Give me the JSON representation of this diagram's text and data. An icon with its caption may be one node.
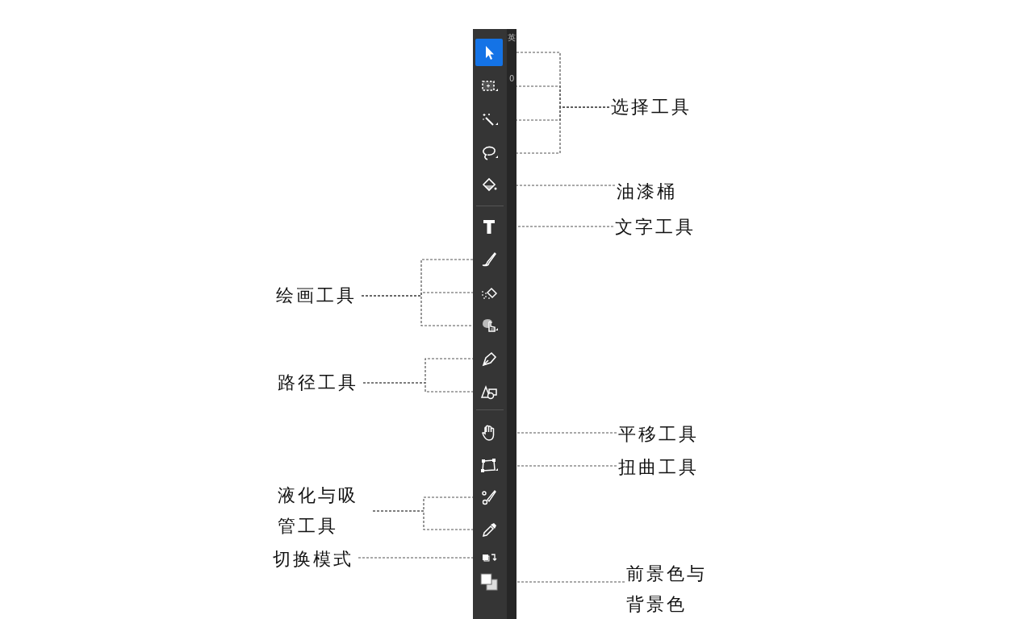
{
  "diagram": {
    "nodes": [
      {
        "text": [],
        "shape": "bar"
      },
      {
        "text": [],
        "shape": "picture",
        "in": 0
      },
      {
        "text": [],
        "shape": "picture",
        "in": 0
      },
      {
        "text": [],
        "shape": "picture",
        "in": 0
      },
      {
        "text": [],
        "shape": "picture",
        "in": 0
      },
      {
        "text": [],
        "shape": "picture",
        "in": 0
      },
      {
        "text": [],
        "shape": "picture",
        "in": 0
      },
      {
        "text": [],
        "shape": "picture",
        "in": 0
      },
      {
        "text": [],
        "shape": "picture",
        "in": 0
      },
      {
        "text": [],
        "shape": "picture",
        "in": 0
      },
      {
        "text": [],
        "shape": "picture",
        "in": 0
      },
      {
        "text": [],
        "shape": "picture",
        "in": 0
      },
      {
        "text": [],
        "shape": "picture",
        "in": 0
      },
      {
        "text": [],
        "shape": "picture",
        "in": 0
      },
      {
        "text": [],
        "shape": "picture",
        "in": 0
      },
      {
        "text": [],
        "shape": "picture",
        "in": 0
      },
      {
        "text": [],
        "shape": "picture",
        "in": 0
      },
      {
        "text": [],
        "shape": "picture",
        "in": 0
      },
      {
        "text": [
          "选择工具"
        ]
      },
      {
        "text": [
          "油漆桶"
        ]
      },
      {
        "text": [
          "文字工具"
        ]
      },
      {
        "text": [
          "绘画工具"
        ]
      },
      {
        "text": [
          "路径工具"
        ]
      },
      {
        "text": [
          "平移工具"
        ]
      },
      {
        "text": [
          "扭曲工具"
        ]
      },
      {
        "text": [
          "液化与吸管工具"
        ]
      },
      {
        "text": [
          "切换模式"
        ]
      },
      {
        "text": [
          "前景色与背景色"
        ]
      }
    ],
    "edges": [
      {
        "from": 18,
        "to": 1,
        "arrow": "none",
        "style": "dashed"
      },
      {
        "from": 18,
        "to": 2,
        "arrow": "none",
        "style": "dashed"
      },
      {
        "from": 18,
        "to": 3,
        "arrow": "none",
        "style": "dashed"
      },
      {
        "from": 18,
        "to": 4,
        "arrow": "none",
        "style": "dashed"
      },
      {
        "from": 19,
        "to": 5,
        "arrow": "none",
        "style": "dashed"
      },
      {
        "from": 20,
        "to": 6,
        "arrow": "none",
        "style": "dashed"
      },
      {
        "from": 21,
        "to": 7,
        "arrow": "none",
        "style": "dashed"
      },
      {
        "from": 21,
        "to": 8,
        "arrow": "none",
        "style": "dashed"
      },
      {
        "from": 21,
        "to": 9,
        "arrow": "none",
        "style": "dashed"
      },
      {
        "from": 22,
        "to": 10,
        "arrow": "none",
        "style": "dashed"
      },
      {
        "from": 22,
        "to": 11,
        "arrow": "none",
        "style": "dashed"
      },
      {
        "from": 23,
        "to": 12,
        "arrow": "none",
        "style": "dashed"
      },
      {
        "from": 24,
        "to": 13,
        "arrow": "none",
        "style": "dashed"
      },
      {
        "from": 25,
        "to": 14,
        "arrow": "none",
        "style": "dashed"
      },
      {
        "from": 25,
        "to": 15,
        "arrow": "none",
        "style": "dashed"
      },
      {
        "from": 26,
        "to": 16,
        "arrow": "none",
        "style": "dashed"
      },
      {
        "from": 27,
        "to": 17,
        "arrow": "none",
        "style": "dashed"
      }
    ],
    "labels": [
      "英",
      "0"
    ]
  }
}
